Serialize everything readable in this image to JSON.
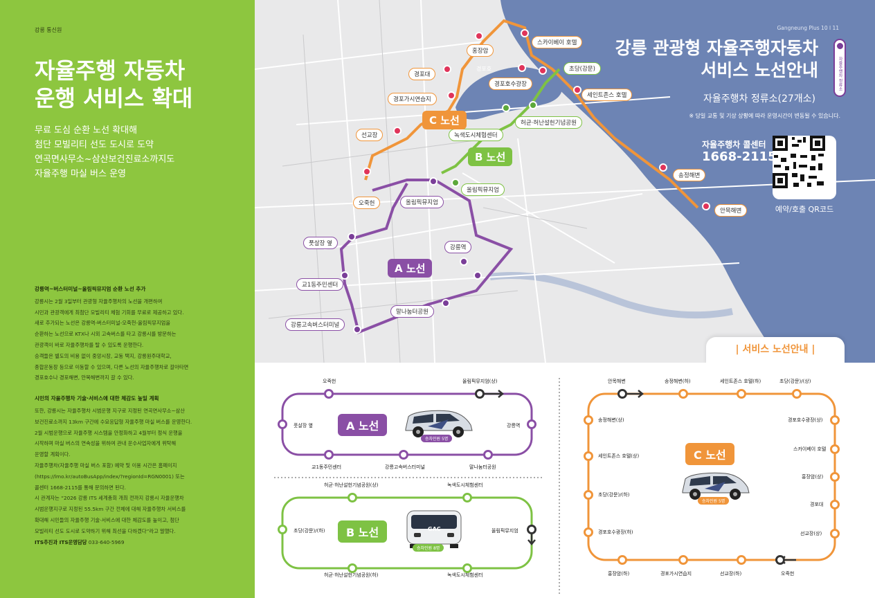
{
  "left": {
    "section": "강릉 통신원",
    "title_line1": "자율주행 자동차",
    "title_line2": "운행 서비스 확대",
    "intro": [
      "무료 도심 순환 노선 확대해",
      "첨단 모빌리티 선도 도시로 도약",
      "연곡면사무소~삼산보건진료소까지도",
      "자율주행 마실 버스 운영"
    ],
    "article1_heading": "강릉역~버스터미널~올림픽뮤지엄 순환 노선 추가",
    "article1_lines": [
      "강릉시는 2월 3일부터 관광형 자율주행차의 노선을 개편하여",
      "시민과 관광객에게 최첨단 모빌리티 체험 기회를 무료로 제공하고 있다.",
      "새로 추가되는 노선은 강릉역-버스터미널-오죽헌-올림픽뮤지엄을",
      "순환하는 노선으로 KTX나 시외 고속버스를 타고 강릉시를 방문하는",
      "관광객이 바로 자율주행차를 탈 수 있도록 운행한다.",
      "승객들은 별도의 비용 없이 중앙시장, 교동 택지, 강릉원주대학교,",
      "종합운동장 등으로 이동할 수 있으며, 다른 노선의 자율주행차로 갈아타면",
      "경포호수나 경포해변, 안목해변까지 갈 수 있다."
    ],
    "article2_heading": "시민의 자율주행차 기술·서비스에 대한 체감도 높일 계획",
    "article2_lines": [
      "또한, 강릉시는 자율주행차 시범운행 지구로 지정된 연곡면사무소~삼산",
      "보건진료소까지 13km 구간에 수요응답형 자율주행 마실 버스를 운영한다.",
      "2월 시범운행으로 자율주행 시스템을 안정화하고 4월부터 정식 운행을",
      "시작하며 마실 버스의 연속성을 위하여 관내 운수사업자에게 위탁해",
      "운영할 계획이다.",
      "자율주행차(자율주행 마실 버스 포함) 예약 및 이용 시간은 홈페이지",
      "(https://lmo.kr/autoBusApp/index/?regionId=RGN0001) 또는",
      "콜센터 1668-2115를 통해 문의하면 된다.",
      "시 관계자는 “2026 강릉 ITS 세계총회 개최 전까지 강릉시 자율운행차",
      "시범운행지구로 지정된 55.5km 구간 전체에 대해 자율주행차 서비스를",
      "확대해 시민들의 자율주행 기술·서비스에 대한 체감도를 높이고, 첨단",
      "모빌리티 선도 도시로 도약하기 위해 최선을 다하겠다”라고 말했다."
    ],
    "credit_name": "ITS추진과 ITS운영담당",
    "credit_phone": "033-640-5969"
  },
  "map": {
    "magazine": "Gangneung Plus  10 l 11",
    "vertical_tag": "자율주행차 정류소",
    "title_line1": "강릉 관광형 자율주행자동차",
    "title_line2": "서비스 노선안내",
    "stops": "자율주행차 정류소(27개소)",
    "notice": "※ 당일 교통 및 기상 상황에 따라 운영시간이 변동될 수 있습니다.",
    "call_label": "자율주행차 콜센터",
    "call_number": "1668-2115",
    "qr_label": "예약/호출 QR코드",
    "lake": "경포호",
    "route_c": "C 노선",
    "route_b": "B 노선",
    "route_a": "A 노선",
    "labels_c": [
      "홍장암",
      "스카이베이 호텔",
      "경포대",
      "초당(강문)",
      "경포호수광장",
      "세인트존스 호텔",
      "경포가시연습지",
      "선교장",
      "송정해변",
      "오죽헌",
      "안목해변"
    ],
    "labels_b": [
      "녹색도시체험센터",
      "허균·허난설헌기념공원",
      "올림픽뮤지엄"
    ],
    "labels_a": [
      "올림픽뮤지엄",
      "풋살장 옆",
      "강릉역",
      "교1동주민센터",
      "말나눔터공원",
      "강릉고속버스터미널"
    ],
    "guide_tab": "| 서비스 노선안내 |"
  },
  "diagram_a": {
    "route": "A 노선",
    "capacity": "승차인원 5명",
    "top": [
      "오죽헌",
      "올림픽뮤지엄(상)"
    ],
    "left": "풋살장 옆",
    "right": "강릉역",
    "bottom": [
      "교1동주민센터",
      "강릉고속버스터미널",
      "말나눔터공원"
    ]
  },
  "diagram_b": {
    "route": "B 노선",
    "capacity": "승차인원 8명",
    "top": [
      "허균·허난설헌기념공원(상)",
      "녹색도시체험센터"
    ],
    "left": "초당(강문)/(하)",
    "right": "올림픽뮤지엄",
    "bottom": [
      "허균·허난설헌기념공원(하)",
      "녹색도시체험센터"
    ],
    "vehicle_text": "GAC"
  },
  "diagram_c": {
    "route": "C 노선",
    "capacity": "승차인원 5명",
    "top": [
      "안목해변",
      "송정해변(하)",
      "세인트존스 호텔(하)",
      "초당(강문)/(상)"
    ],
    "left": [
      "송정해변(상)",
      "세인트존스 호텔(상)",
      "초당(강문)/(하)",
      "경포호수광장(하)"
    ],
    "right": [
      "경포호수광장(상)",
      "스카이베이 호텔",
      "홍장암(상)",
      "경포대",
      "선교장(상)"
    ],
    "bottom": [
      "홍장암(하)",
      "경포가시연습지",
      "선교장(하)",
      "오죽헌"
    ]
  },
  "colors": {
    "green": "#8dc63f",
    "route_a": "#8a4fa5",
    "route_b": "#7ec244",
    "route_c": "#f0953a",
    "sea": "#6d84b4"
  }
}
